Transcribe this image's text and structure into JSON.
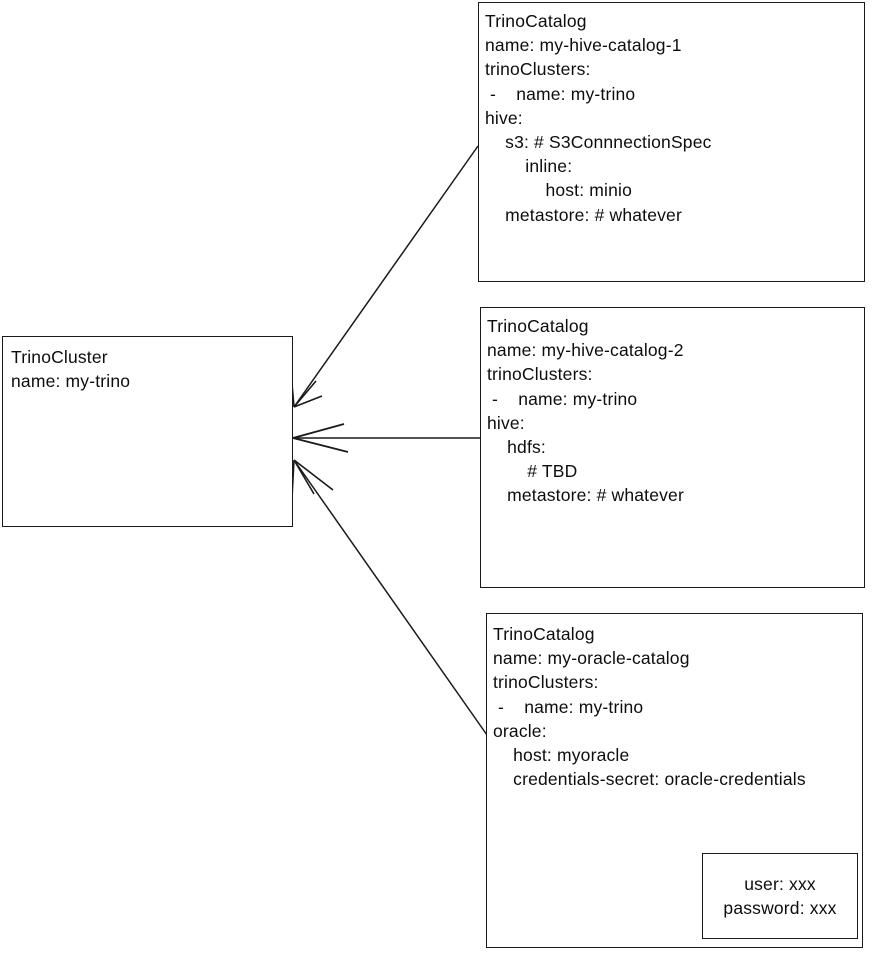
{
  "diagram": {
    "title": "TrinoCluster and TrinoCatalog relationship diagram",
    "background_color": "#ffffff",
    "stroke_color": "#1a1a1a",
    "text_color": "#0d0d0d"
  },
  "cluster": {
    "kind": "TrinoCluster",
    "lines": [
      "TrinoCluster",
      "name: my-trino"
    ]
  },
  "catalogs": [
    {
      "id": "my-hive-catalog-1",
      "kind": "TrinoCatalog",
      "lines": [
        "TrinoCatalog",
        "name: my-hive-catalog-1",
        "trinoClusters:",
        " -    name: my-trino",
        "hive:",
        "    s3: # S3ConnnectionSpec",
        "        inline:",
        "            host: minio",
        "    metastore: # whatever"
      ]
    },
    {
      "id": "my-hive-catalog-2",
      "kind": "TrinoCatalog",
      "lines": [
        "TrinoCatalog",
        "name: my-hive-catalog-2",
        "trinoClusters:",
        " -    name: my-trino",
        "hive:",
        "    hdfs:",
        "        # TBD",
        "    metastore: # whatever"
      ]
    },
    {
      "id": "my-oracle-catalog",
      "kind": "TrinoCatalog",
      "lines": [
        "TrinoCatalog",
        "name: my-oracle-catalog",
        "trinoClusters:",
        " -    name: my-trino",
        "oracle:",
        "    host: myoracle",
        "    credentials-secret: oracle-credentials"
      ],
      "secret": {
        "lines": [
          "user: xxx",
          "password: xxx"
        ]
      }
    }
  ],
  "connectors": [
    {
      "name": "hive-catalog-1-to-cluster",
      "from": "my-hive-catalog-1",
      "to": "my-trino",
      "arrow_at": "cluster"
    },
    {
      "name": "hive-catalog-2-to-cluster",
      "from": "my-hive-catalog-2",
      "to": "my-trino",
      "arrow_at": "cluster"
    },
    {
      "name": "oracle-catalog-to-cluster",
      "from": "my-oracle-catalog",
      "to": "my-trino",
      "arrow_at": "cluster"
    },
    {
      "name": "credentials-secret-pointer",
      "from": "credentials-secret",
      "to": "secret-box",
      "arrow_at": "secret-box"
    }
  ]
}
